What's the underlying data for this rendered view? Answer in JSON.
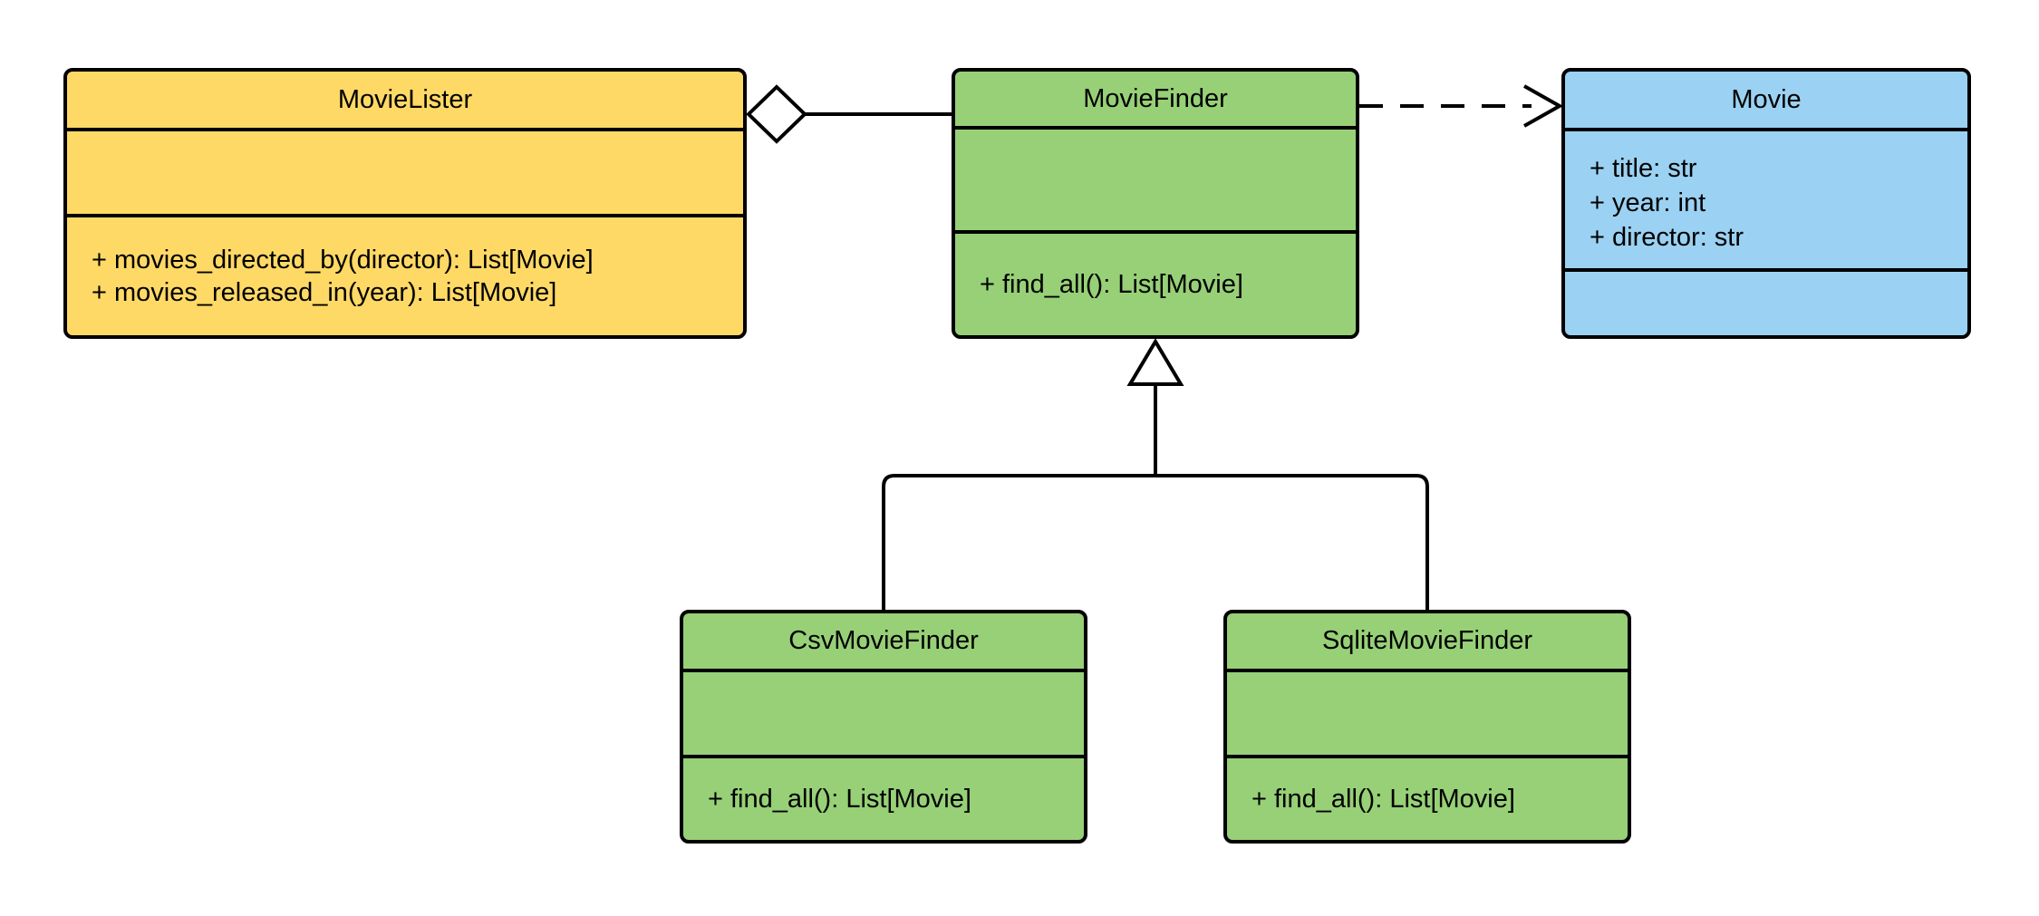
{
  "diagram": {
    "type": "uml_class_diagram",
    "background": "#FFFFFF",
    "stroke": "#000000",
    "text_color": "#000000",
    "marker_fill": "#FFFFFF"
  },
  "classes": {
    "movie_lister": {
      "title": "MovieLister",
      "fill": "#FFD966",
      "attributes": [],
      "methods": [
        "+ movies_directed_by(director): List[Movie]",
        "+ movies_released_in(year): List[Movie]"
      ]
    },
    "movie_finder": {
      "title": "MovieFinder",
      "fill": "#97D077",
      "attributes": [],
      "methods": [
        "+ find_all(): List[Movie]"
      ]
    },
    "movie": {
      "title": "Movie",
      "fill": "#9BD1F2",
      "attributes": [
        "+ title: str",
        "+ year: int",
        "+ director: str"
      ],
      "methods": []
    },
    "csv_movie_finder": {
      "title": "CsvMovieFinder",
      "fill": "#97D077",
      "attributes": [],
      "methods": [
        "+ find_all(): List[Movie]"
      ]
    },
    "sqlite_movie_finder": {
      "title": "SqliteMovieFinder",
      "fill": "#97D077",
      "attributes": [],
      "methods": [
        "+ find_all(): List[Movie]"
      ]
    }
  },
  "relations": [
    {
      "type": "aggregation",
      "from": "MovieLister",
      "to": "MovieFinder"
    },
    {
      "type": "dependency",
      "from": "MovieFinder",
      "to": "Movie"
    },
    {
      "type": "generalization",
      "from": "CsvMovieFinder",
      "to": "MovieFinder"
    },
    {
      "type": "generalization",
      "from": "SqliteMovieFinder",
      "to": "MovieFinder"
    }
  ]
}
